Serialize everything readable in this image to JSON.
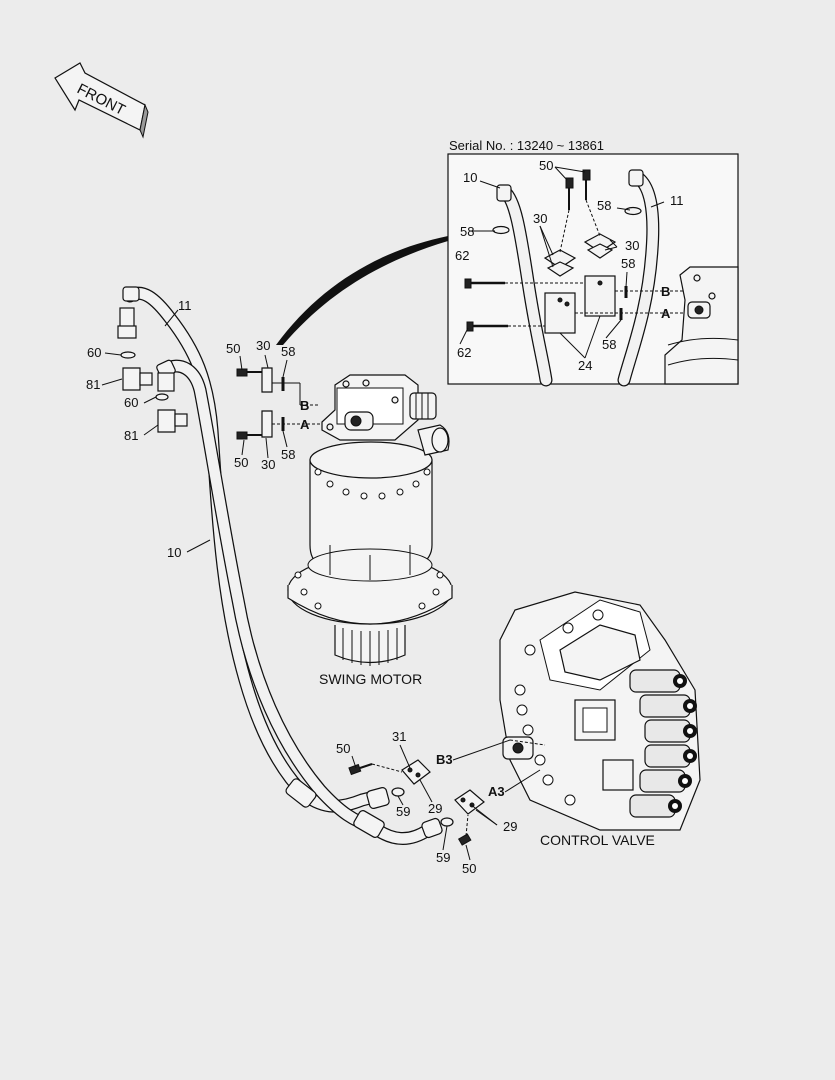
{
  "direction_arrow": {
    "label": "FRONT"
  },
  "inset": {
    "serial_label": "Serial No. : 13240 ~ 13861",
    "callouts": [
      "10",
      "50",
      "58",
      "30",
      "62",
      "58",
      "11",
      "30",
      "58",
      "62",
      "24",
      "58"
    ],
    "ports": [
      "B",
      "A"
    ]
  },
  "main_callouts": {
    "c11": "11",
    "c60a": "60",
    "c81a": "81",
    "c60b": "60",
    "c81b": "81",
    "c50a": "50",
    "c30a": "30",
    "c58a": "58",
    "c50b": "50",
    "c30b": "30",
    "c58b": "58",
    "c10": "10",
    "c50c": "50",
    "c31": "31",
    "c29a": "29",
    "c59a": "59",
    "c29b": "29",
    "c59b": "59",
    "c50d": "50"
  },
  "ports": {
    "b": "B",
    "a": "A",
    "b3": "B3",
    "a3": "A3"
  },
  "captions": {
    "swing_motor": "SWING MOTOR",
    "control_valve": "CONTROL VALVE"
  }
}
